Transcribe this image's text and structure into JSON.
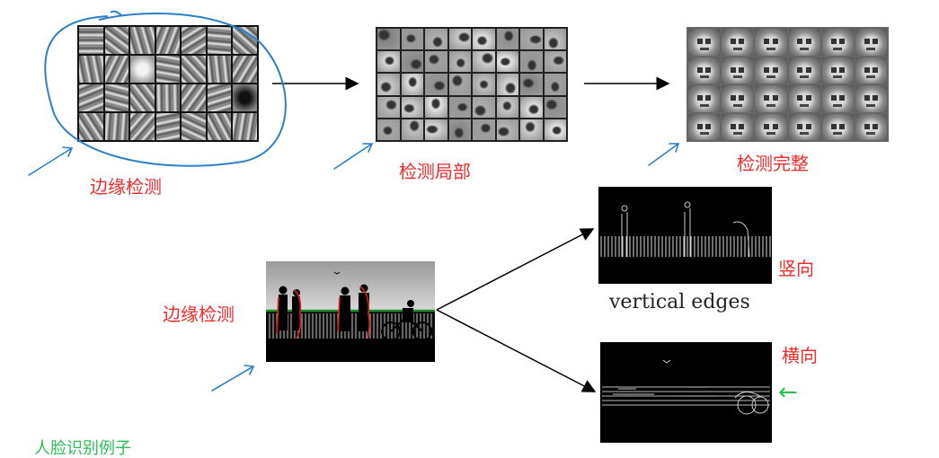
{
  "labels": {
    "edge_detect_top": "边缘检测",
    "local_detect": "检测局部",
    "full_detect": "检测完整",
    "edge_detect_bottom": "边缘检测",
    "vertical_cn": "竖向",
    "horizontal_cn": "横向",
    "vertical_caption": "vertical edges",
    "bottom_note": "人脸识别例子"
  },
  "colors": {
    "label_red": "#ee2b2b",
    "pen_blue": "#2f7fc8",
    "note_green": "#2bbf55",
    "silhouette_red": "#e02020",
    "horizon_green": "#1f8a2a"
  },
  "icons": {
    "feedback_arrow": "←"
  }
}
